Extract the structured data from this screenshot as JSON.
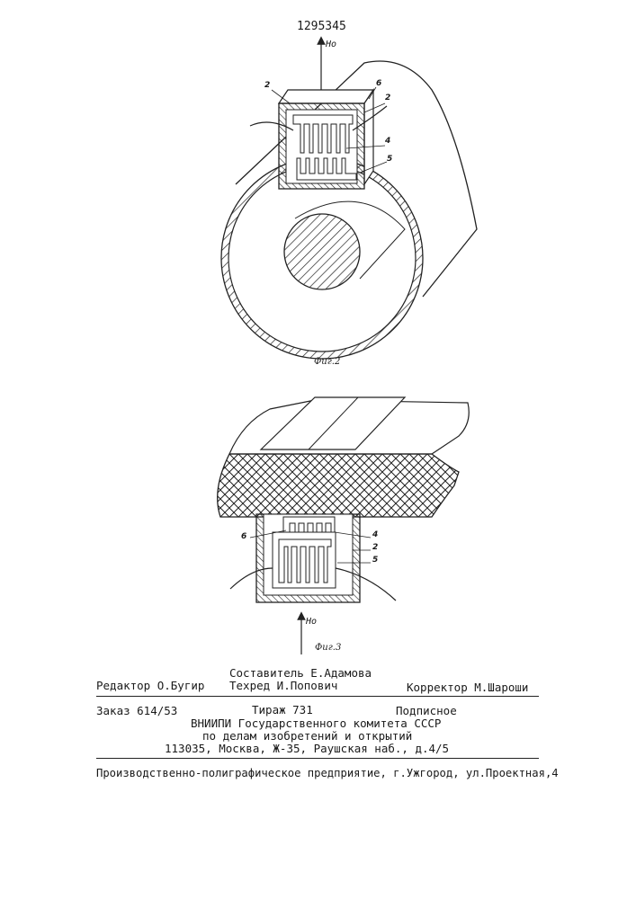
{
  "patent_number": "1295345",
  "figure2": {
    "caption": "Фиг.2",
    "field_label": "Ho",
    "callouts": [
      "2",
      "6",
      "2",
      "4",
      "5"
    ]
  },
  "figure3": {
    "caption": "Фиг.3",
    "field_label": "Ho",
    "callouts": [
      "6",
      "4",
      "2",
      "5"
    ]
  },
  "imprint": {
    "editor": "Редактор О.Бугир",
    "compiler": "Составитель Е.Адамова",
    "techred": "Техред И.Попович",
    "corrector": "Корректор М.Шароши",
    "order": "Заказ 614/53",
    "circulation": "Тираж 731",
    "subscription": "Подписное",
    "org_line1": "ВНИИПИ Государственного комитета СССР",
    "org_line2": "по делам изобретений и открытий",
    "address": "113035, Москва, Ж-35, Раушская наб., д.4/5",
    "printer": "Производственно-полиграфическое предприятие, г.Ужгород, ул.Проектная,4"
  }
}
